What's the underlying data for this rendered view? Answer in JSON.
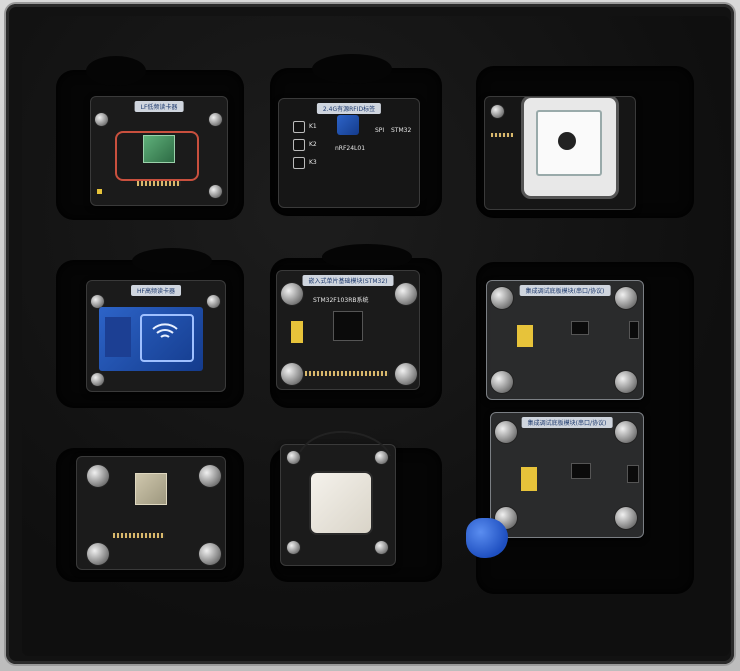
{
  "scene": {
    "description_labels": {
      "lf_label": "LF低频读卡器",
      "rf24_label": "2.4G有源RFID标签",
      "hf_label": "HF高频读卡器",
      "stm32_label": "嵌入式单片基础模块(STM32)",
      "stm32_chip_text": "STM32F103RB系统",
      "rf24_k1": "K1",
      "rf24_k2": "K2",
      "rf24_k3": "K3",
      "rf24_spi": "SPI",
      "rf24_stm32": "STM32",
      "rf24_chip": "nRF24L01",
      "mid_module_label": "集成调试底板模块(串口/协议)",
      "bottom_module_label": "集成调试底板模块(串口/协议)"
    }
  }
}
